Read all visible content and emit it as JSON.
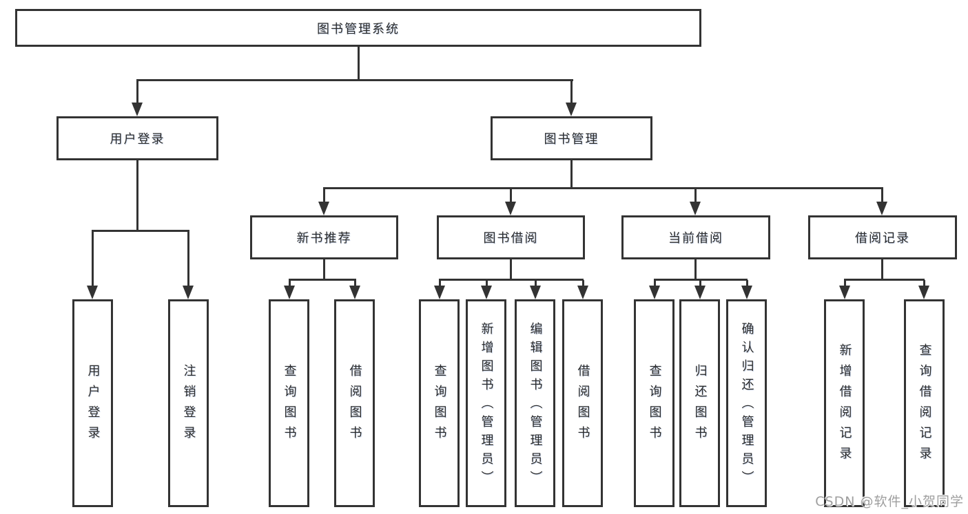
{
  "diagram": {
    "title": "图书管理系统",
    "root": {
      "label": "图书管理系统"
    },
    "level1": [
      {
        "id": "user-login",
        "label": "用户登录",
        "parent": "图书管理系统"
      },
      {
        "id": "book-management",
        "label": "图书管理",
        "parent": "图书管理系统"
      }
    ],
    "level2": [
      {
        "id": "new-book-recommend",
        "label": "新书推荐",
        "parent": "图书管理"
      },
      {
        "id": "book-borrow",
        "label": "图书借阅",
        "parent": "图书管理"
      },
      {
        "id": "current-borrow",
        "label": "当前借阅",
        "parent": "图书管理"
      },
      {
        "id": "borrow-records",
        "label": "借阅记录",
        "parent": "图书管理"
      }
    ],
    "leaves": [
      {
        "id": "leaf-user-login",
        "label": "用户登录",
        "parent": "用户登录"
      },
      {
        "id": "leaf-logout",
        "label": "注销登录",
        "parent": "用户登录"
      },
      {
        "id": "leaf-query-book-1",
        "label": "查询图书",
        "parent": "新书推荐"
      },
      {
        "id": "leaf-borrow-book-1",
        "label": "借阅图书",
        "parent": "新书推荐"
      },
      {
        "id": "leaf-query-book-2",
        "label": "查询图书",
        "parent": "图书借阅"
      },
      {
        "id": "leaf-add-book-admin",
        "label": "新增图书（管理员）",
        "parent": "图书借阅"
      },
      {
        "id": "leaf-edit-book-admin",
        "label": "编辑图书（管理员）",
        "parent": "图书借阅"
      },
      {
        "id": "leaf-borrow-book-2",
        "label": "借阅图书",
        "parent": "图书借阅"
      },
      {
        "id": "leaf-query-book-3",
        "label": "查询图书",
        "parent": "当前借阅"
      },
      {
        "id": "leaf-return-book",
        "label": "归还图书",
        "parent": "当前借阅"
      },
      {
        "id": "leaf-confirm-return-admin",
        "label": "确认归还（管理员）",
        "parent": "当前借阅"
      },
      {
        "id": "leaf-add-borrow-record",
        "label": "新增借阅记录",
        "parent": "借阅记录"
      },
      {
        "id": "leaf-query-borrow-record",
        "label": "查询借阅记录",
        "parent": "借阅记录"
      }
    ]
  },
  "watermark": {
    "text": "CSDN @软件_小贺同学"
  },
  "colors": {
    "line": "#333333",
    "box_border": "#333333",
    "text": "#2b2b2b",
    "background": "#ffffff",
    "watermark": "#9e9e9e"
  }
}
